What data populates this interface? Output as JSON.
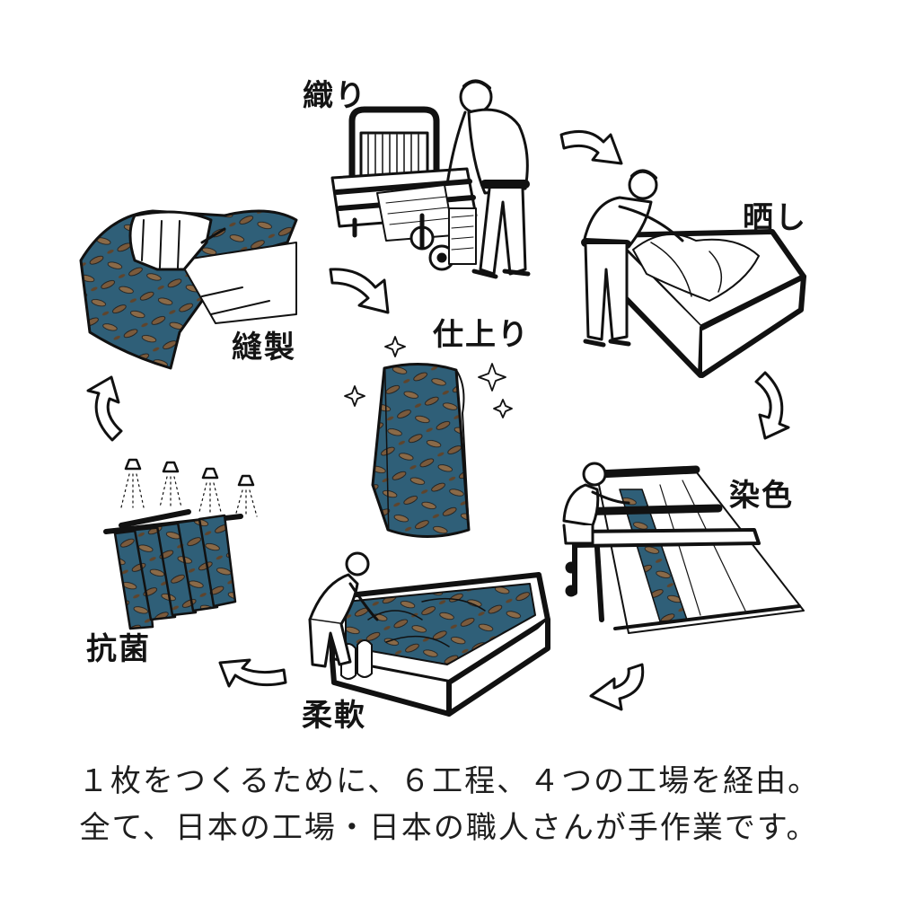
{
  "steps": {
    "weaving": "織り",
    "bleaching": "晒し",
    "dyeing": "染色",
    "softening": "柔軟",
    "antibacterial": "抗菌",
    "sewing": "縫製",
    "finishing": "仕上り"
  },
  "caption": {
    "line1": "１枚をつくるために、６工程、４つの工場を経由。",
    "line2": "全て、日本の工場・日本の職人さんが手作業です。"
  },
  "colors": {
    "ink": "#141414",
    "fabric_blue": "#2f5f78",
    "fabric_pattern": "#7a5a3c",
    "background": "#ffffff"
  }
}
